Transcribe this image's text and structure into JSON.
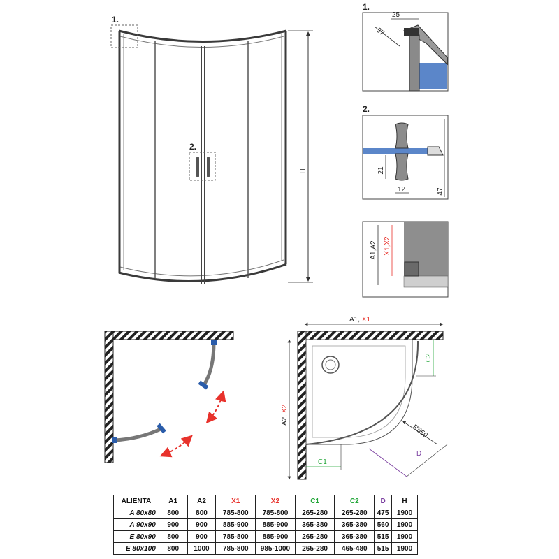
{
  "colors": {
    "red": "#e8322c",
    "green": "#22a638",
    "purple": "#7b3fa0",
    "blue": "#2a5caa",
    "frame": "#3a3a3a"
  },
  "front_view": {
    "callout_1": "1.",
    "callout_2": "2.",
    "height_label": "H"
  },
  "detail_1": {
    "callout": "1.",
    "dim_a": "25",
    "dim_b": "37"
  },
  "detail_2": {
    "callout": "2.",
    "dim_a": "21",
    "dim_b": "12",
    "dim_c": "47"
  },
  "detail_3": {
    "label_a": "A1,A2",
    "label_x": "X1,X2"
  },
  "plan_view": {
    "a1": "A1, ",
    "x1": "X1",
    "a2": "A2, ",
    "x2": "X2",
    "c1": "C1",
    "c2": "C2",
    "radius": "R550",
    "d": "D"
  },
  "spec_table": {
    "headers": [
      "ALIENTA",
      "A1",
      "A2",
      "X1",
      "X2",
      "C1",
      "C2",
      "D",
      "H"
    ],
    "rows": [
      [
        "A 80x80",
        "800",
        "800",
        "785-800",
        "785-800",
        "265-280",
        "265-280",
        "475",
        "1900"
      ],
      [
        "A 90x90",
        "900",
        "900",
        "885-900",
        "885-900",
        "365-380",
        "365-380",
        "560",
        "1900"
      ],
      [
        "E 80x90",
        "800",
        "900",
        "785-800",
        "885-900",
        "265-280",
        "365-380",
        "515",
        "1900"
      ],
      [
        "E 80x100",
        "800",
        "1000",
        "785-800",
        "985-1000",
        "265-280",
        "465-480",
        "515",
        "1900"
      ]
    ]
  }
}
